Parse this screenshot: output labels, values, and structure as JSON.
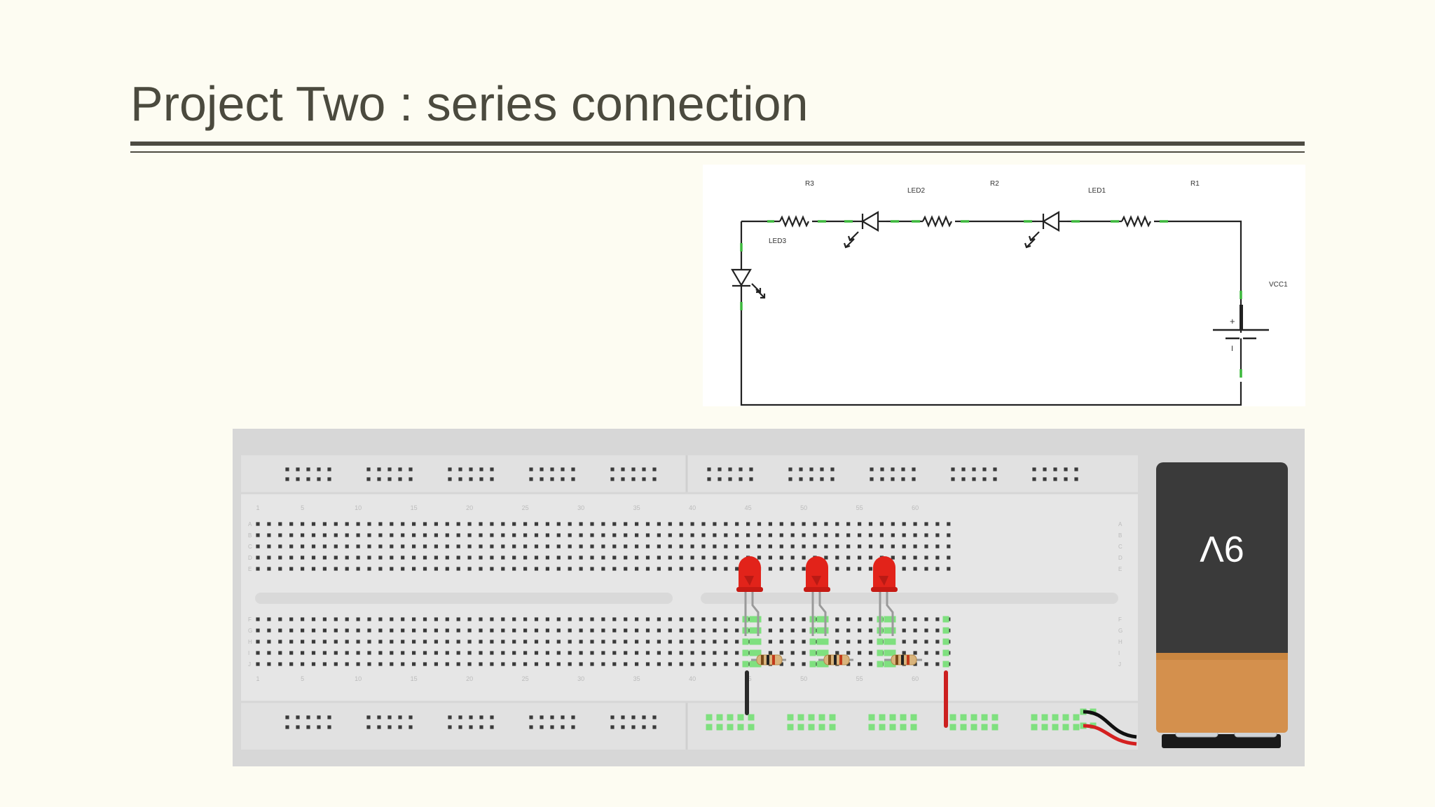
{
  "slide": {
    "title": "Project Two : series connection"
  },
  "schematic": {
    "labels": {
      "r3": "R3",
      "led2": "LED2",
      "r2": "R2",
      "led1": "LED1",
      "r1": "R1",
      "led3": "LED3",
      "vcc": "VCC1",
      "plus": "+",
      "minus": "I"
    }
  },
  "breadboard": {
    "battery_label": "9V",
    "column_numbers": [
      "1",
      "5",
      "10",
      "15",
      "20",
      "25",
      "30",
      "35",
      "40",
      "45",
      "50",
      "55",
      "60"
    ],
    "row_letters_top": [
      "A",
      "B",
      "C",
      "D",
      "E"
    ],
    "row_letters_bottom": [
      "F",
      "G",
      "H",
      "I",
      "J"
    ],
    "led_color": "#e2231a",
    "highlight_color": "#7fe07f",
    "battery_body_color": "#3a3a3a",
    "battery_band_color": "#d4904d"
  }
}
